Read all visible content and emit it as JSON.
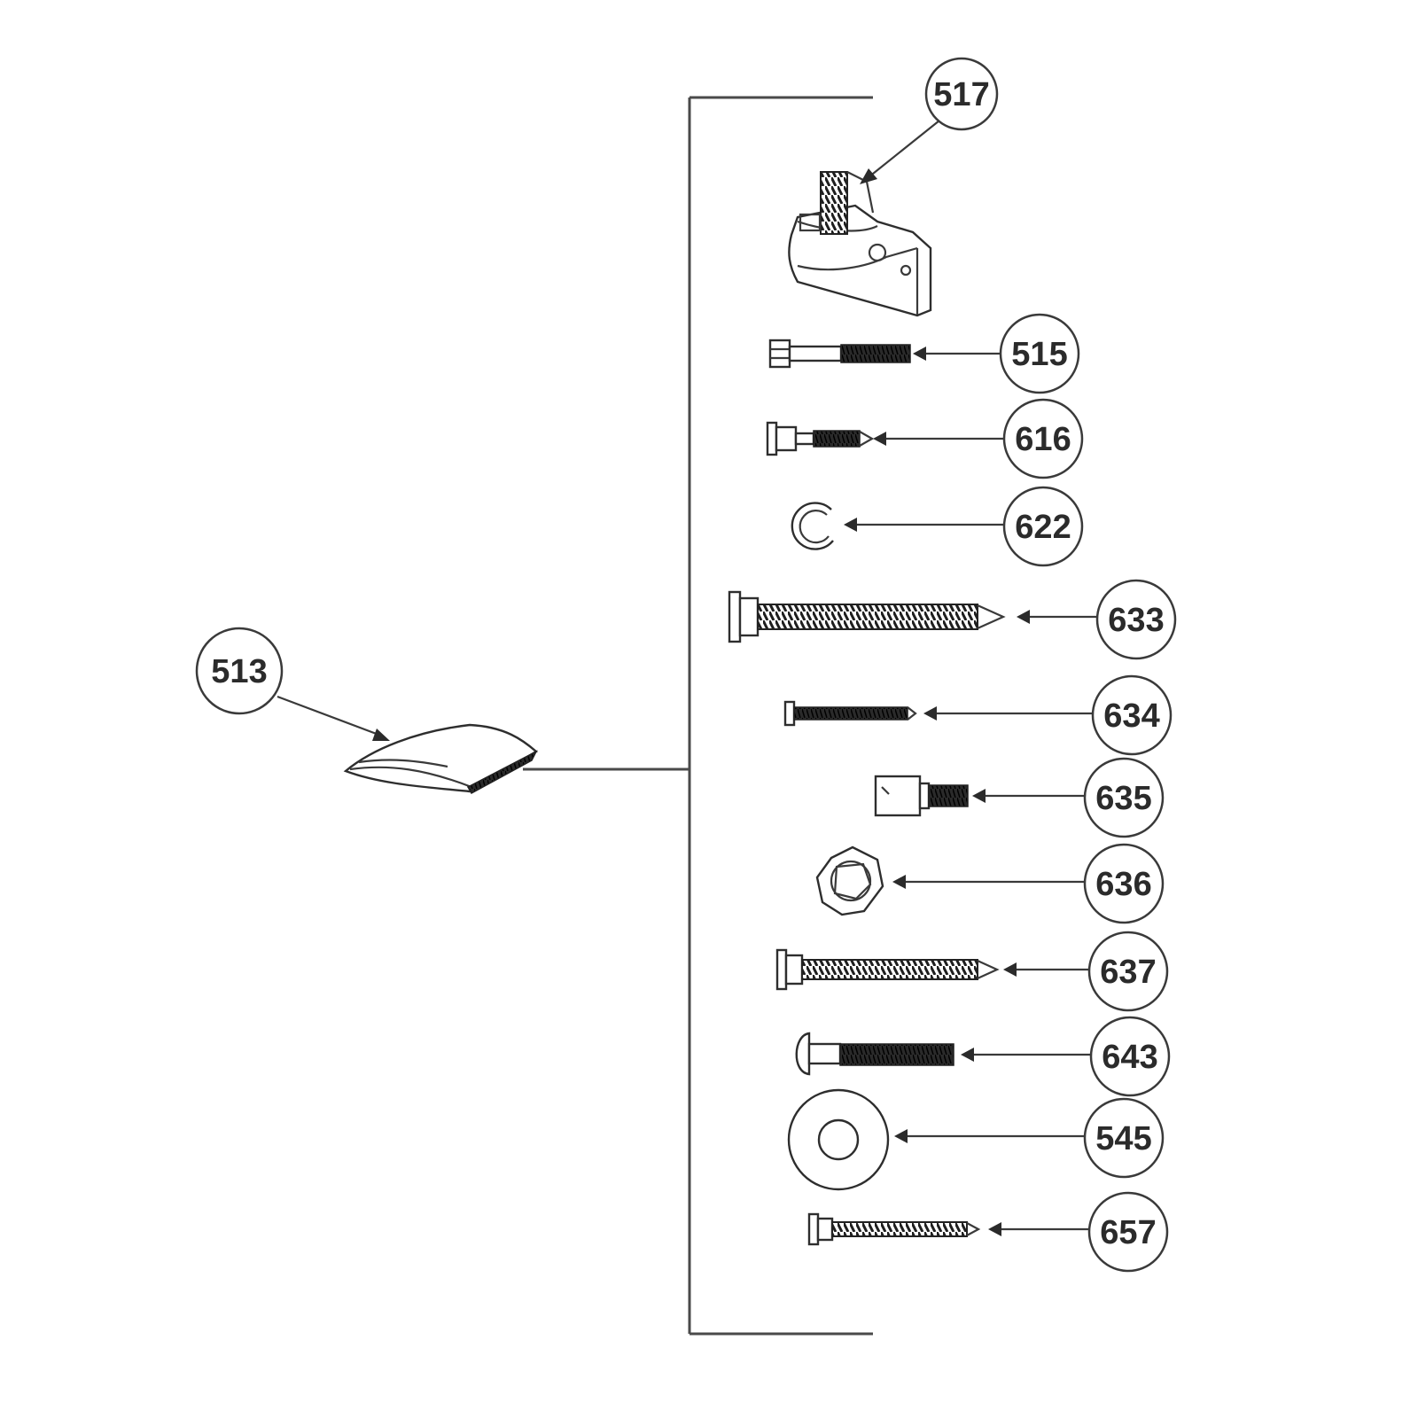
{
  "assembly": {
    "kit_label": "513",
    "parts": [
      {
        "id": "p517",
        "number": "517",
        "icon": "bracket-icon"
      },
      {
        "id": "p515",
        "number": "515",
        "icon": "hex-bolt-icon"
      },
      {
        "id": "p616",
        "number": "616",
        "icon": "flange-bolt-icon"
      },
      {
        "id": "p622",
        "number": "622",
        "icon": "retaining-ring-icon"
      },
      {
        "id": "p633",
        "number": "633",
        "icon": "lag-screw-icon"
      },
      {
        "id": "p634",
        "number": "634",
        "icon": "screw-icon"
      },
      {
        "id": "p635",
        "number": "635",
        "icon": "shoulder-screw-icon"
      },
      {
        "id": "p636",
        "number": "636",
        "icon": "lock-nut-icon"
      },
      {
        "id": "p637",
        "number": "637",
        "icon": "lag-screw-icon"
      },
      {
        "id": "p643",
        "number": "643",
        "icon": "carriage-bolt-icon"
      },
      {
        "id": "p545",
        "number": "545",
        "icon": "flat-washer-icon"
      },
      {
        "id": "p657",
        "number": "657",
        "icon": "self-tapping-screw-icon"
      }
    ]
  }
}
